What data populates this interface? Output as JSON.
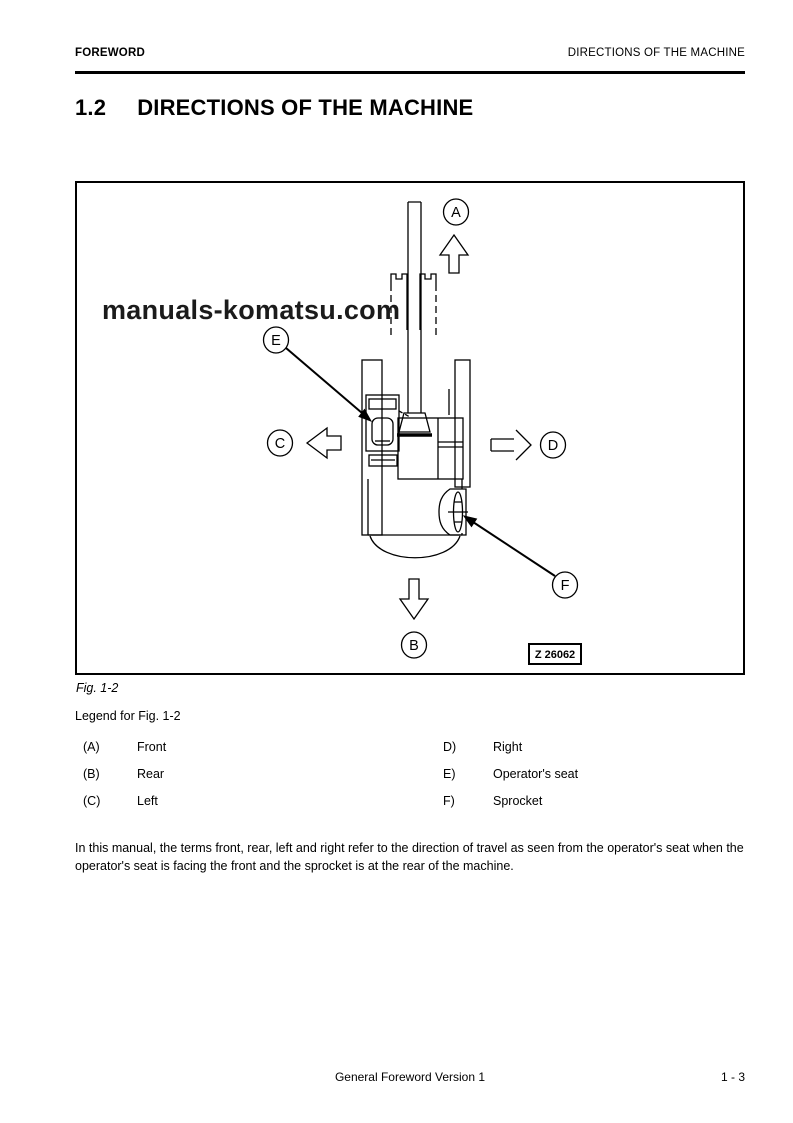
{
  "header": {
    "left": "FOREWORD",
    "right": "DIRECTIONS OF THE MACHINE"
  },
  "title": {
    "number": "1.2",
    "text": "DIRECTIONS OF THE MACHINE"
  },
  "figure": {
    "watermark": "manuals-komatsu.com",
    "drawing_number": "Z 26062",
    "caption": "Fig. 1-2",
    "legend_heading": "Legend for Fig. 1-2",
    "labels": {
      "front": "A",
      "rear": "B",
      "left": "C",
      "right": "D",
      "seat": "E",
      "sprocket": "F"
    }
  },
  "legend": {
    "left": [
      {
        "key": "(A)",
        "value": "Front"
      },
      {
        "key": "(B)",
        "value": "Rear"
      },
      {
        "key": "(C)",
        "value": "Left"
      }
    ],
    "right": [
      {
        "key": "D)",
        "value": "Right"
      },
      {
        "key": "E)",
        "value": "Operator's seat"
      },
      {
        "key": "F)",
        "value": "Sprocket"
      }
    ]
  },
  "paragraph": "In this manual, the terms front, rear, left and right refer to the direction of travel as seen from the operator's seat when the operator's seat is facing the front and the sprocket is at the rear of the machine.",
  "footer": {
    "center": "General Foreword Version 1",
    "page": "1 - 3"
  },
  "colors": {
    "ink": "#000000",
    "watermark": "#1b1b1b"
  }
}
